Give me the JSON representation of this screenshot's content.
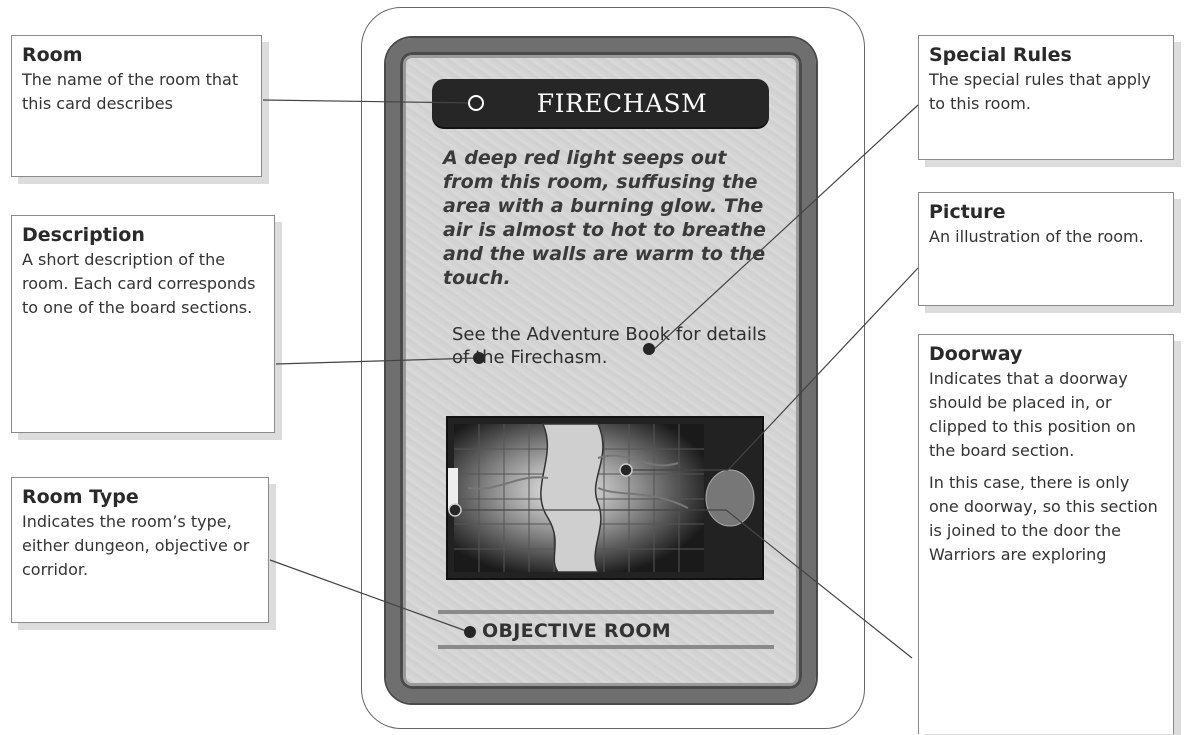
{
  "callouts": {
    "room": {
      "heading": "Room",
      "text": "The name of the room that this card describes"
    },
    "description": {
      "heading": "Description",
      "text": "A short description of the room. Each card corresponds to one of the board sections."
    },
    "room_type": {
      "heading": "Room Type",
      "text": "Indicates the room’s type, either dungeon, objective or corridor."
    },
    "special_rules": {
      "heading": "Special Rules",
      "text": "The special rules that apply to this room."
    },
    "picture": {
      "heading": "Picture",
      "text": "An illustration of the room."
    },
    "doorway": {
      "heading": "Doorway",
      "text": "Indicates that a doorway should be placed in, or clipped to this position on the board section.",
      "text2": "In this case, there is only one doorway, so this section is joined to the door the Warriors are exploring"
    }
  },
  "card": {
    "title": "FIRECHASM",
    "description": "A deep red light seeps out from this room, suffusing the area with a burning glow. The air is almost to hot to breathe and the walls are warm to the touch.",
    "special_rules": "See the Adventure Book for details of the Firechasm.",
    "room_type": "OBJECTIVE ROOM"
  }
}
